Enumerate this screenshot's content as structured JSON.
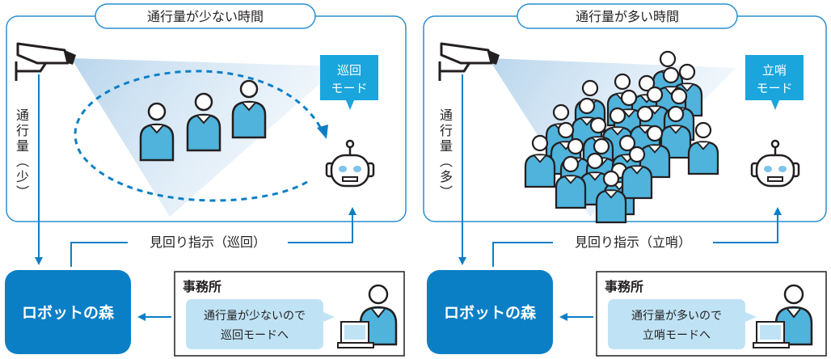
{
  "scenarios": [
    {
      "title": "通行量が少ない時間",
      "flow_label": [
        "通",
        "行",
        "量",
        "︵",
        "少",
        "︶"
      ],
      "mode_lines": [
        "巡回",
        "モード"
      ],
      "instruction": "見回り指示（巡回）",
      "office": {
        "title": "事務所",
        "message": [
          "通行量が少ないので",
          "巡回モードへ"
        ]
      },
      "forest_label": "ロボットの森",
      "crowd_count": 3
    },
    {
      "title": "通行量が多い時間",
      "flow_label": [
        "通",
        "行",
        "量",
        "︵",
        "多",
        "︶"
      ],
      "mode_lines": [
        "立哨",
        "モード"
      ],
      "instruction": "見回り指示（立哨）",
      "office": {
        "title": "事務所",
        "message": [
          "通行量が多いので",
          "立哨モードへ"
        ]
      },
      "forest_label": "ロボットの森",
      "crowd_count": 27
    }
  ],
  "colors": {
    "accent_blue": "#0b7fc6",
    "mode_box": "#1aa5dd",
    "person_fill": "#4fb3dc",
    "panel_border": "#2a8fcf",
    "bubble": "#bfe3f5",
    "robot": "#7ec3ea",
    "dark": "#231f20"
  },
  "icons": [
    "security-camera-icon",
    "person-icon",
    "robot-icon",
    "office-worker-icon",
    "laptop-icon"
  ]
}
